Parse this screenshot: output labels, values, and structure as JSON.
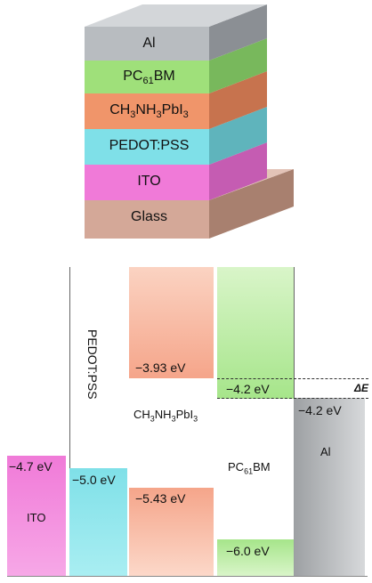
{
  "device_stack": {
    "layers": [
      {
        "name": "Al",
        "front": "#b8bcc0",
        "side": "#8b8f94",
        "text": "Al"
      },
      {
        "name": "PC61BM",
        "front": "#9fe07a",
        "side": "#78b85c",
        "text": "PC",
        "sub": "61",
        "after": "BM"
      },
      {
        "name": "CH3NH3PbI3",
        "front": "#f0956a",
        "side": "#c7734e",
        "text": "CH",
        "sub": "3",
        "mid": "NH",
        "sub2": "3",
        "mid2": "PbI",
        "sub3": "3"
      },
      {
        "name": "PEDOT:PSS",
        "front": "#7fe0e8",
        "side": "#5fb4bc",
        "text": "PEDOT:PSS"
      },
      {
        "name": "ITO",
        "front": "#f07ad8",
        "side": "#c55cb2",
        "text": "ITO"
      },
      {
        "name": "Glass",
        "front": "#d4a898",
        "side": "#a8806f",
        "text": "Glass"
      }
    ],
    "top_color": "#d3d6d9"
  },
  "energy_diagram": {
    "ito": {
      "label": "ITO",
      "level": "−4.7 eV",
      "color": "#f07ad8"
    },
    "pedot": {
      "label": "PEDOT:PSS",
      "level": "−5.0 eV",
      "color": "#7fe0e8"
    },
    "perovskite": {
      "label_main": "CH",
      "lumo": "−3.93 eV",
      "homo": "−5.43 eV",
      "color": "#f5a58a"
    },
    "pcbm": {
      "label_pre": "PC",
      "label_sub": "61",
      "label_post": "BM",
      "lumo": "−4.2 eV",
      "homo": "−6.0 eV",
      "color": "#a6e58a"
    },
    "al": {
      "label": "Al",
      "level": "−4.2 eV",
      "color": "#b8bbbe"
    },
    "delta_e": "ΔE"
  }
}
